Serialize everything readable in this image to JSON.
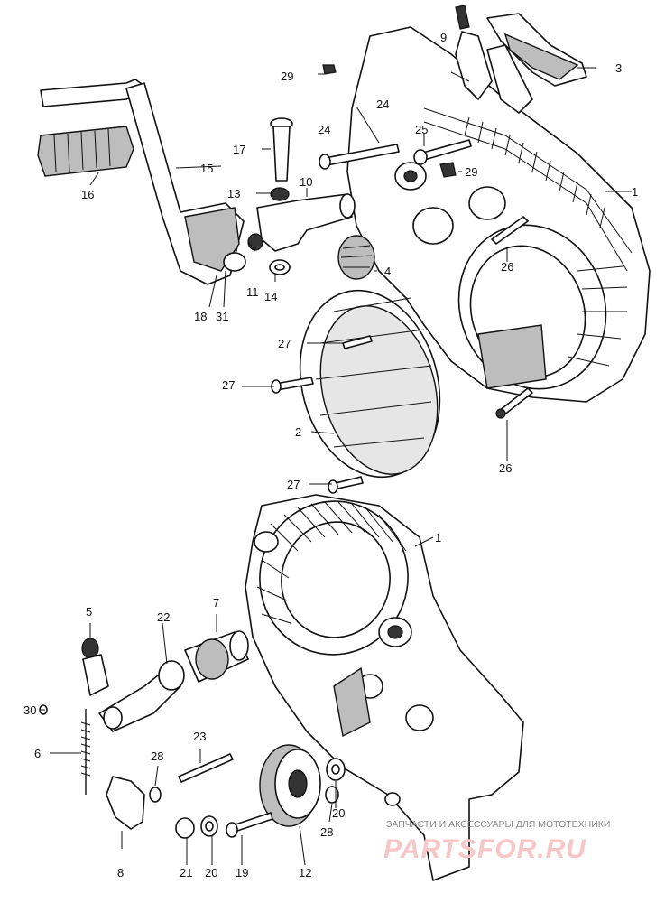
{
  "callouts": [
    {
      "id": "c1a",
      "text": "1"
    },
    {
      "id": "c1b",
      "text": "1"
    },
    {
      "id": "c2",
      "text": "2"
    },
    {
      "id": "c3",
      "text": "3"
    },
    {
      "id": "c4",
      "text": "4"
    },
    {
      "id": "c5",
      "text": "5"
    },
    {
      "id": "c6",
      "text": "6"
    },
    {
      "id": "c7",
      "text": "7"
    },
    {
      "id": "c8",
      "text": "8"
    },
    {
      "id": "c9",
      "text": "9"
    },
    {
      "id": "c10",
      "text": "10"
    },
    {
      "id": "c11",
      "text": "11"
    },
    {
      "id": "c12",
      "text": "12"
    },
    {
      "id": "c13",
      "text": "13"
    },
    {
      "id": "c14",
      "text": "14"
    },
    {
      "id": "c15",
      "text": "15"
    },
    {
      "id": "c16",
      "text": "16"
    },
    {
      "id": "c17",
      "text": "17"
    },
    {
      "id": "c18",
      "text": "18"
    },
    {
      "id": "c19",
      "text": "19"
    },
    {
      "id": "c20a",
      "text": "20"
    },
    {
      "id": "c20b",
      "text": "20"
    },
    {
      "id": "c21",
      "text": "21"
    },
    {
      "id": "c22",
      "text": "22"
    },
    {
      "id": "c23",
      "text": "23"
    },
    {
      "id": "c24",
      "text": "24"
    },
    {
      "id": "c25",
      "text": "25"
    },
    {
      "id": "c26a",
      "text": "26"
    },
    {
      "id": "c26b",
      "text": "26"
    },
    {
      "id": "c27a",
      "text": "27"
    },
    {
      "id": "c27b",
      "text": "27"
    },
    {
      "id": "c27c",
      "text": "27"
    },
    {
      "id": "c28a",
      "text": "28"
    },
    {
      "id": "c28b",
      "text": "28"
    },
    {
      "id": "c29a",
      "text": "29"
    },
    {
      "id": "c29b",
      "text": "29"
    },
    {
      "id": "c30",
      "text": "30"
    },
    {
      "id": "c31",
      "text": "31"
    }
  ],
  "watermark": {
    "caption": "ЗАПЧАСТИ И АКСЕССУАРЫ ДЛЯ МОТОТЕХНИКИ",
    "brand": "PARTSFOR.RU"
  }
}
